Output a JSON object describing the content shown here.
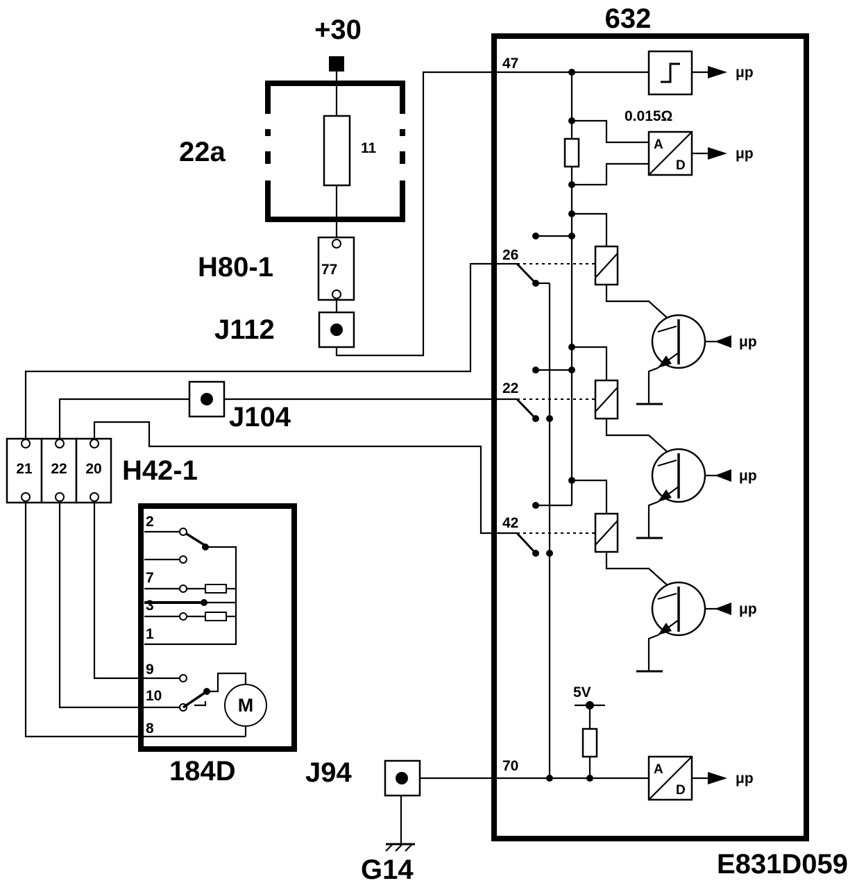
{
  "supply": {
    "label": "+30"
  },
  "fuse_box": {
    "label": "22a",
    "fuse_number": "11"
  },
  "connector_h80": {
    "label": "H80-1",
    "pin": "77"
  },
  "connector_j112": {
    "label": "J112"
  },
  "connector_j104": {
    "label": "J104"
  },
  "connector_h42": {
    "label": "H42-1",
    "pins": [
      "21",
      "22",
      "20"
    ]
  },
  "unit_184d": {
    "label": "184D",
    "terminals": [
      "2",
      "7",
      "3",
      "1",
      "9",
      "10",
      "8"
    ],
    "motor": "M"
  },
  "connector_j94": {
    "label": "J94"
  },
  "ground": {
    "label": "G14"
  },
  "module_632": {
    "label": "632",
    "pins": [
      "47",
      "26",
      "22",
      "42",
      "70"
    ],
    "shunt": "0.015Ω",
    "supply_5v": "5V",
    "ad_label_a": "A",
    "ad_label_d": "D",
    "mu_p": "μp"
  },
  "diagram_code": "E831D059"
}
